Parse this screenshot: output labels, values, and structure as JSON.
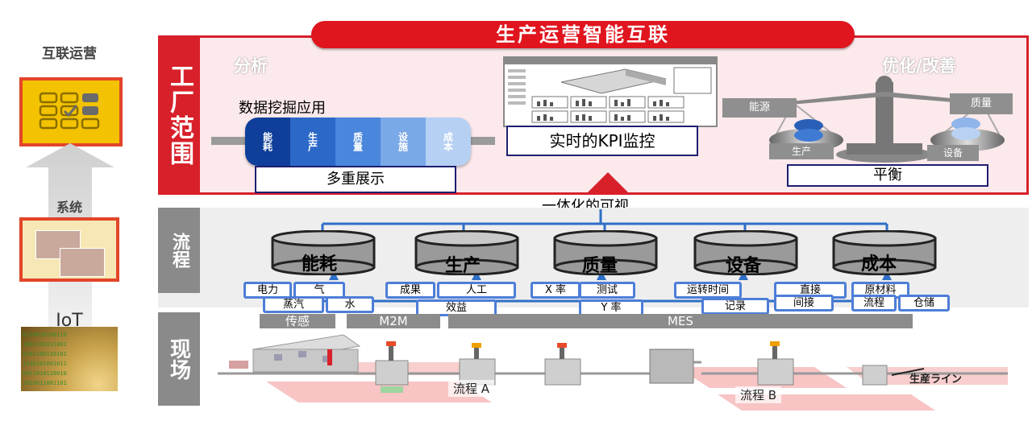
{
  "left": {
    "top_label": "互联运营",
    "mid_label": "系统",
    "bottom_label": "IoT"
  },
  "title": "生产运营智能互联",
  "factory": {
    "tab": "工厂范围",
    "analysis_label": "分析",
    "data_mining_label": "数据挖掘应用",
    "cylinder_segments": [
      "能耗",
      "生产",
      "质量",
      "设施",
      "成本"
    ],
    "multi_display": "多重展示",
    "kpi_label": "实时的KPI监控",
    "optimize_label": "优化/改善",
    "scale_labels": {
      "energy": "能源",
      "quality": "质量",
      "production": "生产",
      "equipment": "设备"
    },
    "balance": "平衡"
  },
  "integrated_view": "一体化的可视",
  "flow": {
    "tab": "流程",
    "databases": [
      "能耗",
      "生产",
      "质量",
      "设备",
      "成本"
    ],
    "tags": {
      "power": "电力",
      "gas": "气",
      "steam": "蒸汽",
      "water": "水",
      "result": "成果",
      "labor": "人工",
      "efficiency": "效益",
      "x_rate": "X 率",
      "test": "测试",
      "y_rate": "Y 率",
      "run_time": "运转时间",
      "record": "记录",
      "direct": "直接",
      "indirect": "间接",
      "material": "原材料",
      "process": "流程",
      "storage": "仓储"
    },
    "systems": [
      "传感",
      "M2M",
      "MES"
    ]
  },
  "site": {
    "tab": "现场",
    "flow_a": "流程 A",
    "flow_b": "流程 B",
    "line_label": "生産ライン"
  },
  "colors": {
    "red": "#d8202a",
    "pill_red": "#e0151e",
    "blue_line": "#2f6fc7",
    "grey": "#8a8a8a"
  }
}
